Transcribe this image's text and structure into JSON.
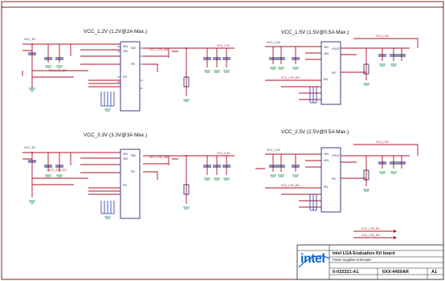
{
  "sections": [
    {
      "title": "VCC_1.2V (1.2V@2A Max.)"
    },
    {
      "title": "VCC_1.5V (1.5V@0.5A Max.)"
    },
    {
      "title": "VCC_3.3V (3.3V@3A Max.)"
    },
    {
      "title": "VCC_2.5V (2.5V@0.5A Max.)"
    }
  ],
  "title_block": {
    "logo": "intel",
    "line1": "Intel LGA Evaluation Kit board",
    "line2": "Power supplies schematic",
    "doc_number": "0-032321-A1",
    "part_number": "6XX-4450AR",
    "rev": "A1"
  },
  "colors": {
    "wire": "#b0102a",
    "ground": "#0a8a3a",
    "component": "#2a2a7a",
    "frame": "#7a1f1f",
    "logo": "#1166cc"
  }
}
